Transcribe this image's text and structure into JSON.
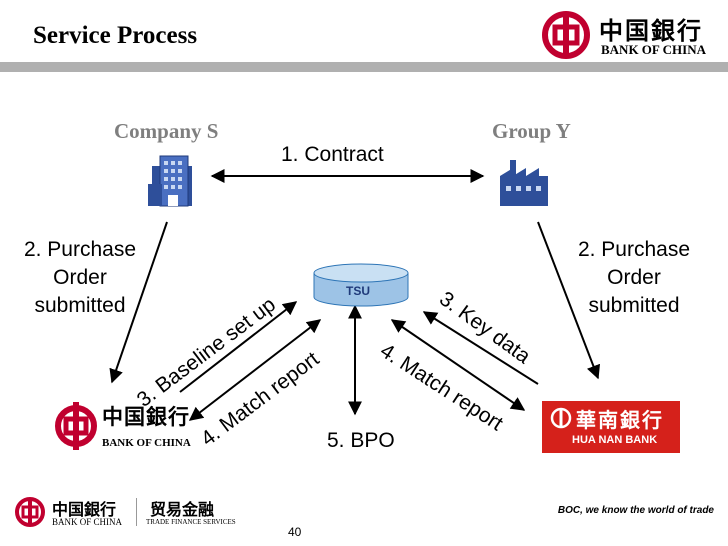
{
  "slide": {
    "title": "Service Process",
    "page_number": "40",
    "footer_tagline": "BOC, we know the world of trade"
  },
  "header_logo": {
    "cn_text": "中国銀行",
    "en_text": "BANK OF CHINA",
    "color": "#c0002f"
  },
  "parties": {
    "company_s": "Company S",
    "group_y": "Group Y"
  },
  "steps": {
    "contract": "1. Contract",
    "po_left_line1": "2. Purchase",
    "po_left_line2": "Order",
    "po_left_line3": "submitted",
    "po_right_line1": "2. Purchase",
    "po_right_line2": "Order",
    "po_right_line3": "submitted",
    "baseline": "3. Baseline set up",
    "key_data": "3. Key data",
    "match_left": "4. Match report",
    "match_right": "4. Match report",
    "bpo": "5. BPO"
  },
  "tsu_label": "TSU",
  "banks": {
    "boc_cn": "中国銀行",
    "boc_en": "BANK OF CHINA",
    "huanan_cn": "華南銀行",
    "huanan_en": "HUA NAN BANK",
    "huanan_color": "#d5211b"
  },
  "footer_logo": {
    "boc_cn": "中国銀行",
    "boc_en": "BANK OF CHINA",
    "tf_cn": "贸易金融",
    "tf_en": "TRADE FINANCE SERVICES"
  },
  "icons": {
    "company": "office-building-icon",
    "group": "factory-icon",
    "tsu": "database-cylinder-icon",
    "boc": "bank-of-china-logo-icon"
  }
}
